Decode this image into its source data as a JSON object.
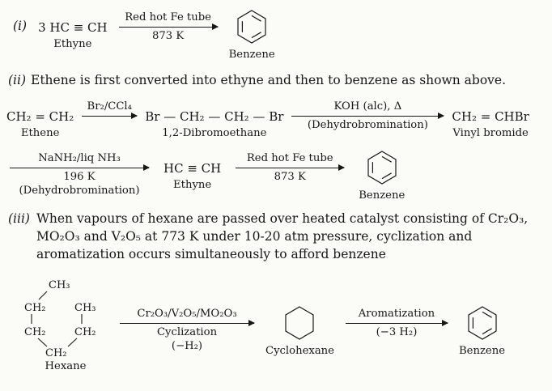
{
  "section_i": {
    "label": "(i)",
    "ethyne": {
      "formula": "3 HC ≡ CH",
      "name": "Ethyne"
    },
    "arrow": {
      "top": "Red hot Fe tube",
      "bottom": "873 K"
    },
    "benzene": {
      "name": "Benzene"
    }
  },
  "section_ii": {
    "label": "(ii)",
    "intro": "Ethene is first converted into ethyne and then to benzene as shown above.",
    "step1": {
      "ethene": {
        "formula": "CH₂ = CH₂",
        "name": "Ethene"
      },
      "arrow1": {
        "top": "Br₂/CCl₄"
      },
      "dibromoethane": {
        "formula": "Br — CH₂ — CH₂ — Br",
        "name": "1,2-Dibromoethane"
      },
      "arrow2": {
        "top": "KOH (alc), Δ",
        "bottom": "(Dehydrobromination)"
      },
      "vinyl_bromide": {
        "formula": "CH₂ = CHBr",
        "name": "Vinyl bromide"
      }
    },
    "step2": {
      "arrow1": {
        "top": "NaNH₂/liq NH₃",
        "mid": "196 K",
        "bottom": "(Dehydrobromination)"
      },
      "ethyne": {
        "formula": "HC ≡ CH",
        "name": "Ethyne"
      },
      "arrow2": {
        "top": "Red hot Fe tube",
        "bottom": "873 K"
      },
      "benzene": {
        "name": "Benzene"
      }
    }
  },
  "section_iii": {
    "label": "(iii)",
    "intro_lines": [
      "When vapours of hexane are passed over heated catalyst consisting of Cr₂O₃,",
      "MO₂O₃ and V₂O₅ at 773 K under 10-20 atm pressure, cyclization and",
      "aromatization occurs simultaneously to afford benzene"
    ],
    "hexane": {
      "carbons": [
        "CH₃",
        "CH₂",
        "CH₂",
        "CH₂",
        "CH₂",
        "CH₃"
      ],
      "name": "Hexane"
    },
    "arrow1": {
      "top": "Cr₂O₃/V₂O₅/MO₂O₃",
      "mid": "Cyclization",
      "bottom": "(−H₂)"
    },
    "cyclohexane": {
      "name": "Cyclohexane"
    },
    "arrow2": {
      "top": "Aromatization",
      "bottom": "(−3 H₂)"
    },
    "benzene": {
      "name": "Benzene"
    }
  }
}
